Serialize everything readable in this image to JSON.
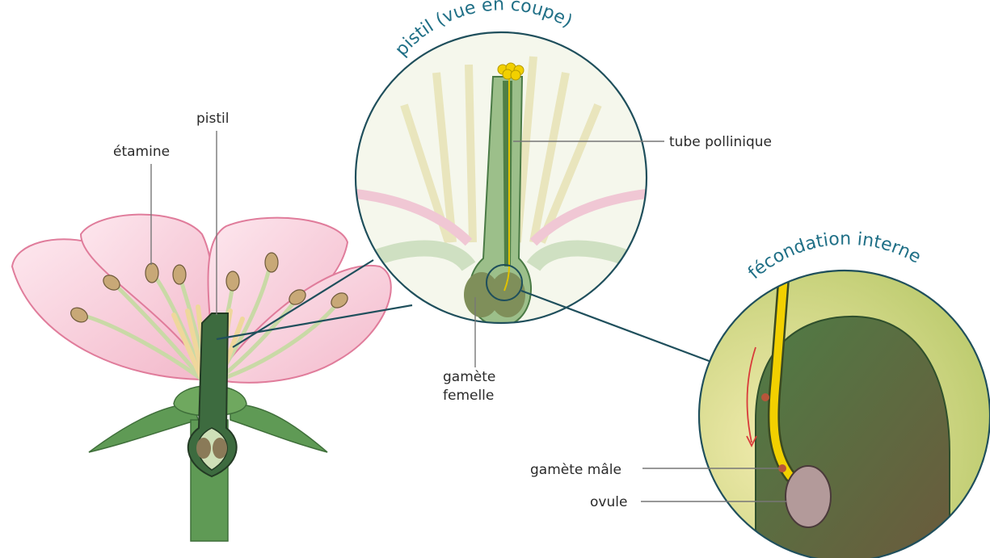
{
  "flower": {
    "label_etamine": "étamine",
    "label_pistil": "pistil"
  },
  "zoom_pistil": {
    "title": "pistil (vue en coupe)",
    "label_tube": "tube pollinique",
    "label_gamete_femelle_1": "gamète",
    "label_gamete_femelle_2": "femelle"
  },
  "zoom_fecondation": {
    "title": "fécondation interne",
    "label_gamete_male": "gamète mâle",
    "label_ovule": "ovule"
  },
  "colors": {
    "circle_outline": "#1f4f5c",
    "title": "#1f6f86",
    "petal": "#f4c9d6",
    "pistil": "#3d6b3f",
    "pollen_tube": "#f2d000",
    "ovule": "#b39a9a"
  }
}
